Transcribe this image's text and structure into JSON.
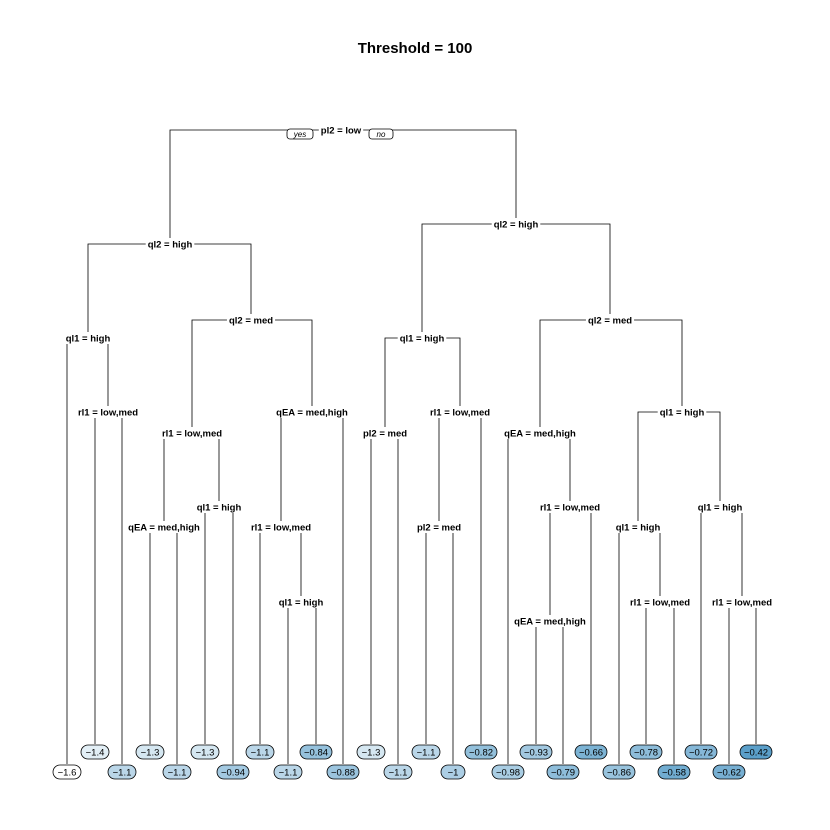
{
  "title": "Threshold = 100",
  "root_branch": {
    "yes_label": "yes",
    "no_label": "no"
  },
  "colors": {
    "leaf_min": "#ffffff",
    "leaf_max": "#5b9fc9",
    "edge": "#000000"
  },
  "chart_data": {
    "type": "tree",
    "title": "Threshold = 100",
    "splits": [
      {
        "id": "n1",
        "label": "pl2 = low"
      },
      {
        "id": "n2",
        "label": "ql2 = high"
      },
      {
        "id": "n3",
        "label": "ql2 = high"
      },
      {
        "id": "n4",
        "label": "ql1 = high"
      },
      {
        "id": "n5",
        "label": "ql2 = med"
      },
      {
        "id": "n6",
        "label": "ql1 = high"
      },
      {
        "id": "n7",
        "label": "ql2 = med"
      },
      {
        "id": "n8",
        "label": "rl1 = low,med"
      },
      {
        "id": "n9",
        "label": "rl1 = low,med"
      },
      {
        "id": "n10",
        "label": "qEA = med,high"
      },
      {
        "id": "n11",
        "label": "pl2 = med"
      },
      {
        "id": "n12",
        "label": "rl1 = low,med"
      },
      {
        "id": "n13",
        "label": "ql1 = high"
      },
      {
        "id": "n14",
        "label": "qEA = med,high"
      },
      {
        "id": "n15",
        "label": "qEA = med,high"
      },
      {
        "id": "n16",
        "label": "ql1 = high"
      },
      {
        "id": "n17",
        "label": "rl1 = low,med"
      },
      {
        "id": "n18",
        "label": "pl2 = med"
      },
      {
        "id": "n19",
        "label": "rl1 = low,med"
      },
      {
        "id": "n20",
        "label": "ql1 = high"
      },
      {
        "id": "n21",
        "label": "ql1 = high"
      },
      {
        "id": "n22",
        "label": "ql1 = high"
      },
      {
        "id": "n23",
        "label": "qEA = med,high"
      },
      {
        "id": "n24",
        "label": "rl1 = low,med"
      },
      {
        "id": "n25",
        "label": "rl1 = low,med"
      }
    ],
    "leaves": [
      {
        "id": "L1",
        "value": "−1.6",
        "num": -1.6
      },
      {
        "id": "L2",
        "value": "−1.4",
        "num": -1.4
      },
      {
        "id": "L3",
        "value": "−1.1",
        "num": -1.1
      },
      {
        "id": "L4",
        "value": "−1.3",
        "num": -1.3
      },
      {
        "id": "L5",
        "value": "−1.1",
        "num": -1.1
      },
      {
        "id": "L6",
        "value": "−1.3",
        "num": -1.3
      },
      {
        "id": "L7",
        "value": "−0.94",
        "num": -0.94
      },
      {
        "id": "L8",
        "value": "−1.1",
        "num": -1.1
      },
      {
        "id": "L9",
        "value": "−1.1",
        "num": -1.1
      },
      {
        "id": "L10",
        "value": "−0.84",
        "num": -0.84
      },
      {
        "id": "L11",
        "value": "−0.88",
        "num": -0.88
      },
      {
        "id": "L12",
        "value": "−1.3",
        "num": -1.3
      },
      {
        "id": "L13",
        "value": "−1.1",
        "num": -1.1
      },
      {
        "id": "L14",
        "value": "−1.1",
        "num": -1.1
      },
      {
        "id": "L15",
        "value": "−1",
        "num": -1.0
      },
      {
        "id": "L16",
        "value": "−0.82",
        "num": -0.82
      },
      {
        "id": "L17",
        "value": "−0.98",
        "num": -0.98
      },
      {
        "id": "L18",
        "value": "−0.93",
        "num": -0.93
      },
      {
        "id": "L19",
        "value": "−0.79",
        "num": -0.79
      },
      {
        "id": "L20",
        "value": "−0.66",
        "num": -0.66
      },
      {
        "id": "L21",
        "value": "−0.86",
        "num": -0.86
      },
      {
        "id": "L22",
        "value": "−0.78",
        "num": -0.78
      },
      {
        "id": "L23",
        "value": "−0.58",
        "num": -0.58
      },
      {
        "id": "L24",
        "value": "−0.72",
        "num": -0.72
      },
      {
        "id": "L25",
        "value": "−0.62",
        "num": -0.62
      },
      {
        "id": "L26",
        "value": "−0.42",
        "num": -0.42
      }
    ],
    "edges": [
      [
        "n1",
        "n2"
      ],
      [
        "n1",
        "n3"
      ],
      [
        "n2",
        "n4"
      ],
      [
        "n2",
        "n5"
      ],
      [
        "n3",
        "n6"
      ],
      [
        "n3",
        "n7"
      ],
      [
        "n4",
        "L1"
      ],
      [
        "n4",
        "n8"
      ],
      [
        "n8",
        "L2"
      ],
      [
        "n8",
        "L3"
      ],
      [
        "n5",
        "n9"
      ],
      [
        "n5",
        "n10"
      ],
      [
        "n9",
        "n14"
      ],
      [
        "n9",
        "n13"
      ],
      [
        "n14",
        "L4"
      ],
      [
        "n14",
        "L5"
      ],
      [
        "n13",
        "L6"
      ],
      [
        "n13",
        "L7"
      ],
      [
        "n10",
        "n17"
      ],
      [
        "n10",
        "L11"
      ],
      [
        "n17",
        "L8"
      ],
      [
        "n17",
        "n20"
      ],
      [
        "n20",
        "L9"
      ],
      [
        "n20",
        "L10"
      ],
      [
        "n6",
        "n11"
      ],
      [
        "n6",
        "n12"
      ],
      [
        "n11",
        "L12"
      ],
      [
        "n11",
        "L13"
      ],
      [
        "n12",
        "n18"
      ],
      [
        "n12",
        "L16"
      ],
      [
        "n18",
        "L14"
      ],
      [
        "n18",
        "L15"
      ],
      [
        "n7",
        "n15"
      ],
      [
        "n7",
        "n16"
      ],
      [
        "n15",
        "L17"
      ],
      [
        "n15",
        "n19"
      ],
      [
        "n19",
        "n23"
      ],
      [
        "n19",
        "L20"
      ],
      [
        "n23",
        "L18"
      ],
      [
        "n23",
        "L19"
      ],
      [
        "n16",
        "n21"
      ],
      [
        "n16",
        "n22"
      ],
      [
        "n21",
        "L21"
      ],
      [
        "n21",
        "n24"
      ],
      [
        "n24",
        "L22"
      ],
      [
        "n24",
        "L23"
      ],
      [
        "n22",
        "L24"
      ],
      [
        "n22",
        "n25"
      ],
      [
        "n25",
        "L25"
      ],
      [
        "n25",
        "L26"
      ]
    ]
  }
}
